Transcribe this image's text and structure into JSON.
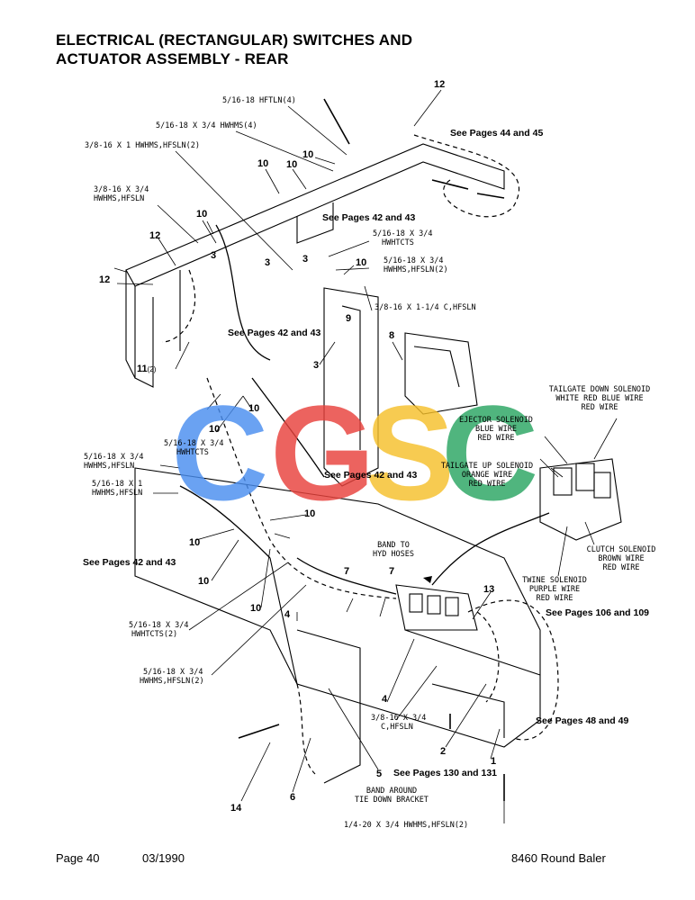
{
  "title": {
    "line1": "ELECTRICAL (RECTANGULAR) SWITCHES AND",
    "line2": "ACTUATOR ASSEMBLY - REAR"
  },
  "watermark": {
    "letters": [
      "C",
      "G",
      "S",
      "C"
    ],
    "colors": [
      "#4a8ef0",
      "#e9423c",
      "#f6c02c",
      "#2aa562"
    ]
  },
  "hardware": {
    "hftln": "5/16-18 HFTLN(4)",
    "hwhms4": "5/16-18 X 3/4 HWHMS(4)",
    "hwhms_hfsln2_top": "3/8-16 X 1 HWHMS,HFSLN(2)",
    "hwhms_hfsln_left_a": "3/8-16 X 3/4",
    "hwhms_hfsln_left_b": "HWHMS,HFSLN",
    "hwhtcts_right_a": "5/16-18 X 3/4",
    "hwhtcts_right_b": "HWHTCTS",
    "hwhms_hfsln2_right_a": "5/16-18 X 3/4",
    "hwhms_hfsln2_right_b": "HWHMS,HFSLN(2)",
    "c_hfsln_114": "3/8-16 X 1-1/4 C,HFSLN",
    "hwhtcts_mid_a": "5/16-18 X 3/4",
    "hwhtcts_mid_b": "HWHTCTS",
    "left_hfsln_a": "5/16-18 X 3/4",
    "left_hfsln_b": "HWHMS,HFSLN",
    "left_x1_a": "5/16-18 X 1",
    "left_x1_b": "HWHMS,HFSLN",
    "hwhtcts2_a": "5/16-18 X 3/4",
    "hwhtcts2_b": "HWHTCTS(2)",
    "hfsln2_bottom_a": "5/16-18 X 3/4",
    "hfsln2_bottom_b": "HWHMS,HFSLN(2)",
    "c_hfsln_34_a": "3/8-16 X 3/4",
    "c_hfsln_34_b": "C,HFSLN",
    "bottom_hwhms": "1/4-20 X 3/4 HWHMS,HFSLN(2)"
  },
  "notes": {
    "band_hyd_a": "BAND TO",
    "band_hyd_b": "HYD HOSES",
    "band_tie_a": "BAND AROUND",
    "band_tie_b": "TIE DOWN BRACKET"
  },
  "solenoids": {
    "tailgate_down_a": "TAILGATE DOWN SOLENOID",
    "tailgate_down_b": "WHITE RED BLUE WIRE",
    "tailgate_down_c": "RED WIRE",
    "ejector_a": "EJECTOR SOLENOID",
    "ejector_b": "BLUE WIRE",
    "ejector_c": "RED WIRE",
    "tailgate_up_a": "TAILGATE UP SOLENOID",
    "tailgate_up_b": "ORANGE WIRE",
    "tailgate_up_c": "RED WIRE",
    "clutch_a": "CLUTCH SOLENOID",
    "clutch_b": "BROWN WIRE",
    "clutch_c": "RED WIRE",
    "twine_a": "TWINE SOLENOID",
    "twine_b": "PURPLE WIRE",
    "twine_c": "RED WIRE"
  },
  "refs": {
    "p44_45": "See Pages 44 and 45",
    "p42_43_a": "See Pages 42 and 43",
    "p42_43_b": "See Pages 42 and 43",
    "p42_43_c": "See Pages 42 and 43",
    "p42_43_d": "See Pages 42 and 43",
    "p106_109": "See Pages 106 and 109",
    "p48_49": "See Pages 48 and 49",
    "p130_131": "See Pages 130 and 131"
  },
  "callouts": {
    "n12_top": "12",
    "n10_a": "10",
    "n10_b": "10",
    "n10_c": "10",
    "n10_d": "10",
    "n12_left": "12",
    "n12_left2": "12",
    "n3_a": "3",
    "n3_b": "3",
    "n3_c": "3",
    "n10_e": "10",
    "n9": "9",
    "n8": "8",
    "n3_d": "3",
    "n11": "11",
    "n11_qty": "(2)",
    "n10_f": "10",
    "n10_g": "10",
    "n10_h": "10",
    "n10_i": "10",
    "n7_a": "7",
    "n7_b": "7",
    "n13": "13",
    "n10_j": "10",
    "n4_a": "4",
    "n4_b": "4",
    "n2": "2",
    "n1": "1",
    "n5": "5",
    "n6": "6",
    "n14": "14"
  },
  "footer": {
    "page": "Page 40",
    "date": "03/1990",
    "model": "8460 Round Baler"
  }
}
